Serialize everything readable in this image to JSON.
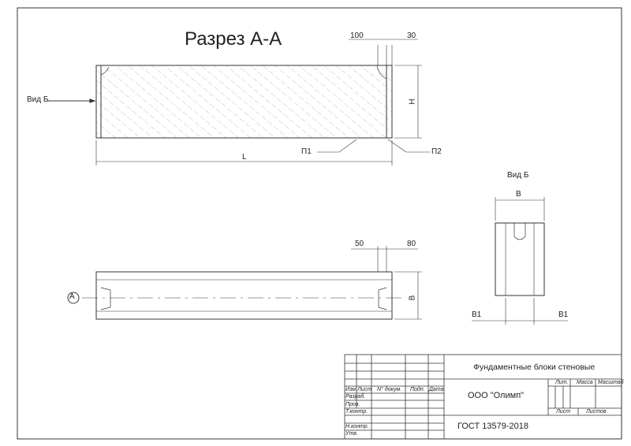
{
  "section_title": "Разрез А-А",
  "view_b_title": "Вид Б",
  "view_b_arrow_label": "Вид Б",
  "dims": {
    "d100": "100",
    "d30": "30",
    "H": "H",
    "L": "L",
    "P1": "П1",
    "P2": "П2",
    "d50": "50",
    "d80": "80",
    "B_plan": "B",
    "B_view": "B",
    "B1_left": "B1",
    "B1_right": "B1",
    "section_mark": "А"
  },
  "title_block": {
    "name": "Фундаментные блоки стеновые",
    "company": "ООО \"Олимп\"",
    "standard": "ГОСТ 13579-2018",
    "cols": [
      "Изм",
      "Лист",
      "N° докум.",
      "Подп.",
      "Дата"
    ],
    "rows": [
      "Разраб.",
      "Пров.",
      "Т.контр.",
      "Н.контр.",
      "Утв."
    ],
    "lit": "Лит.",
    "mass": "Масса",
    "scale": "Масштаб",
    "sheet": "Лист",
    "sheets": "Листов"
  }
}
